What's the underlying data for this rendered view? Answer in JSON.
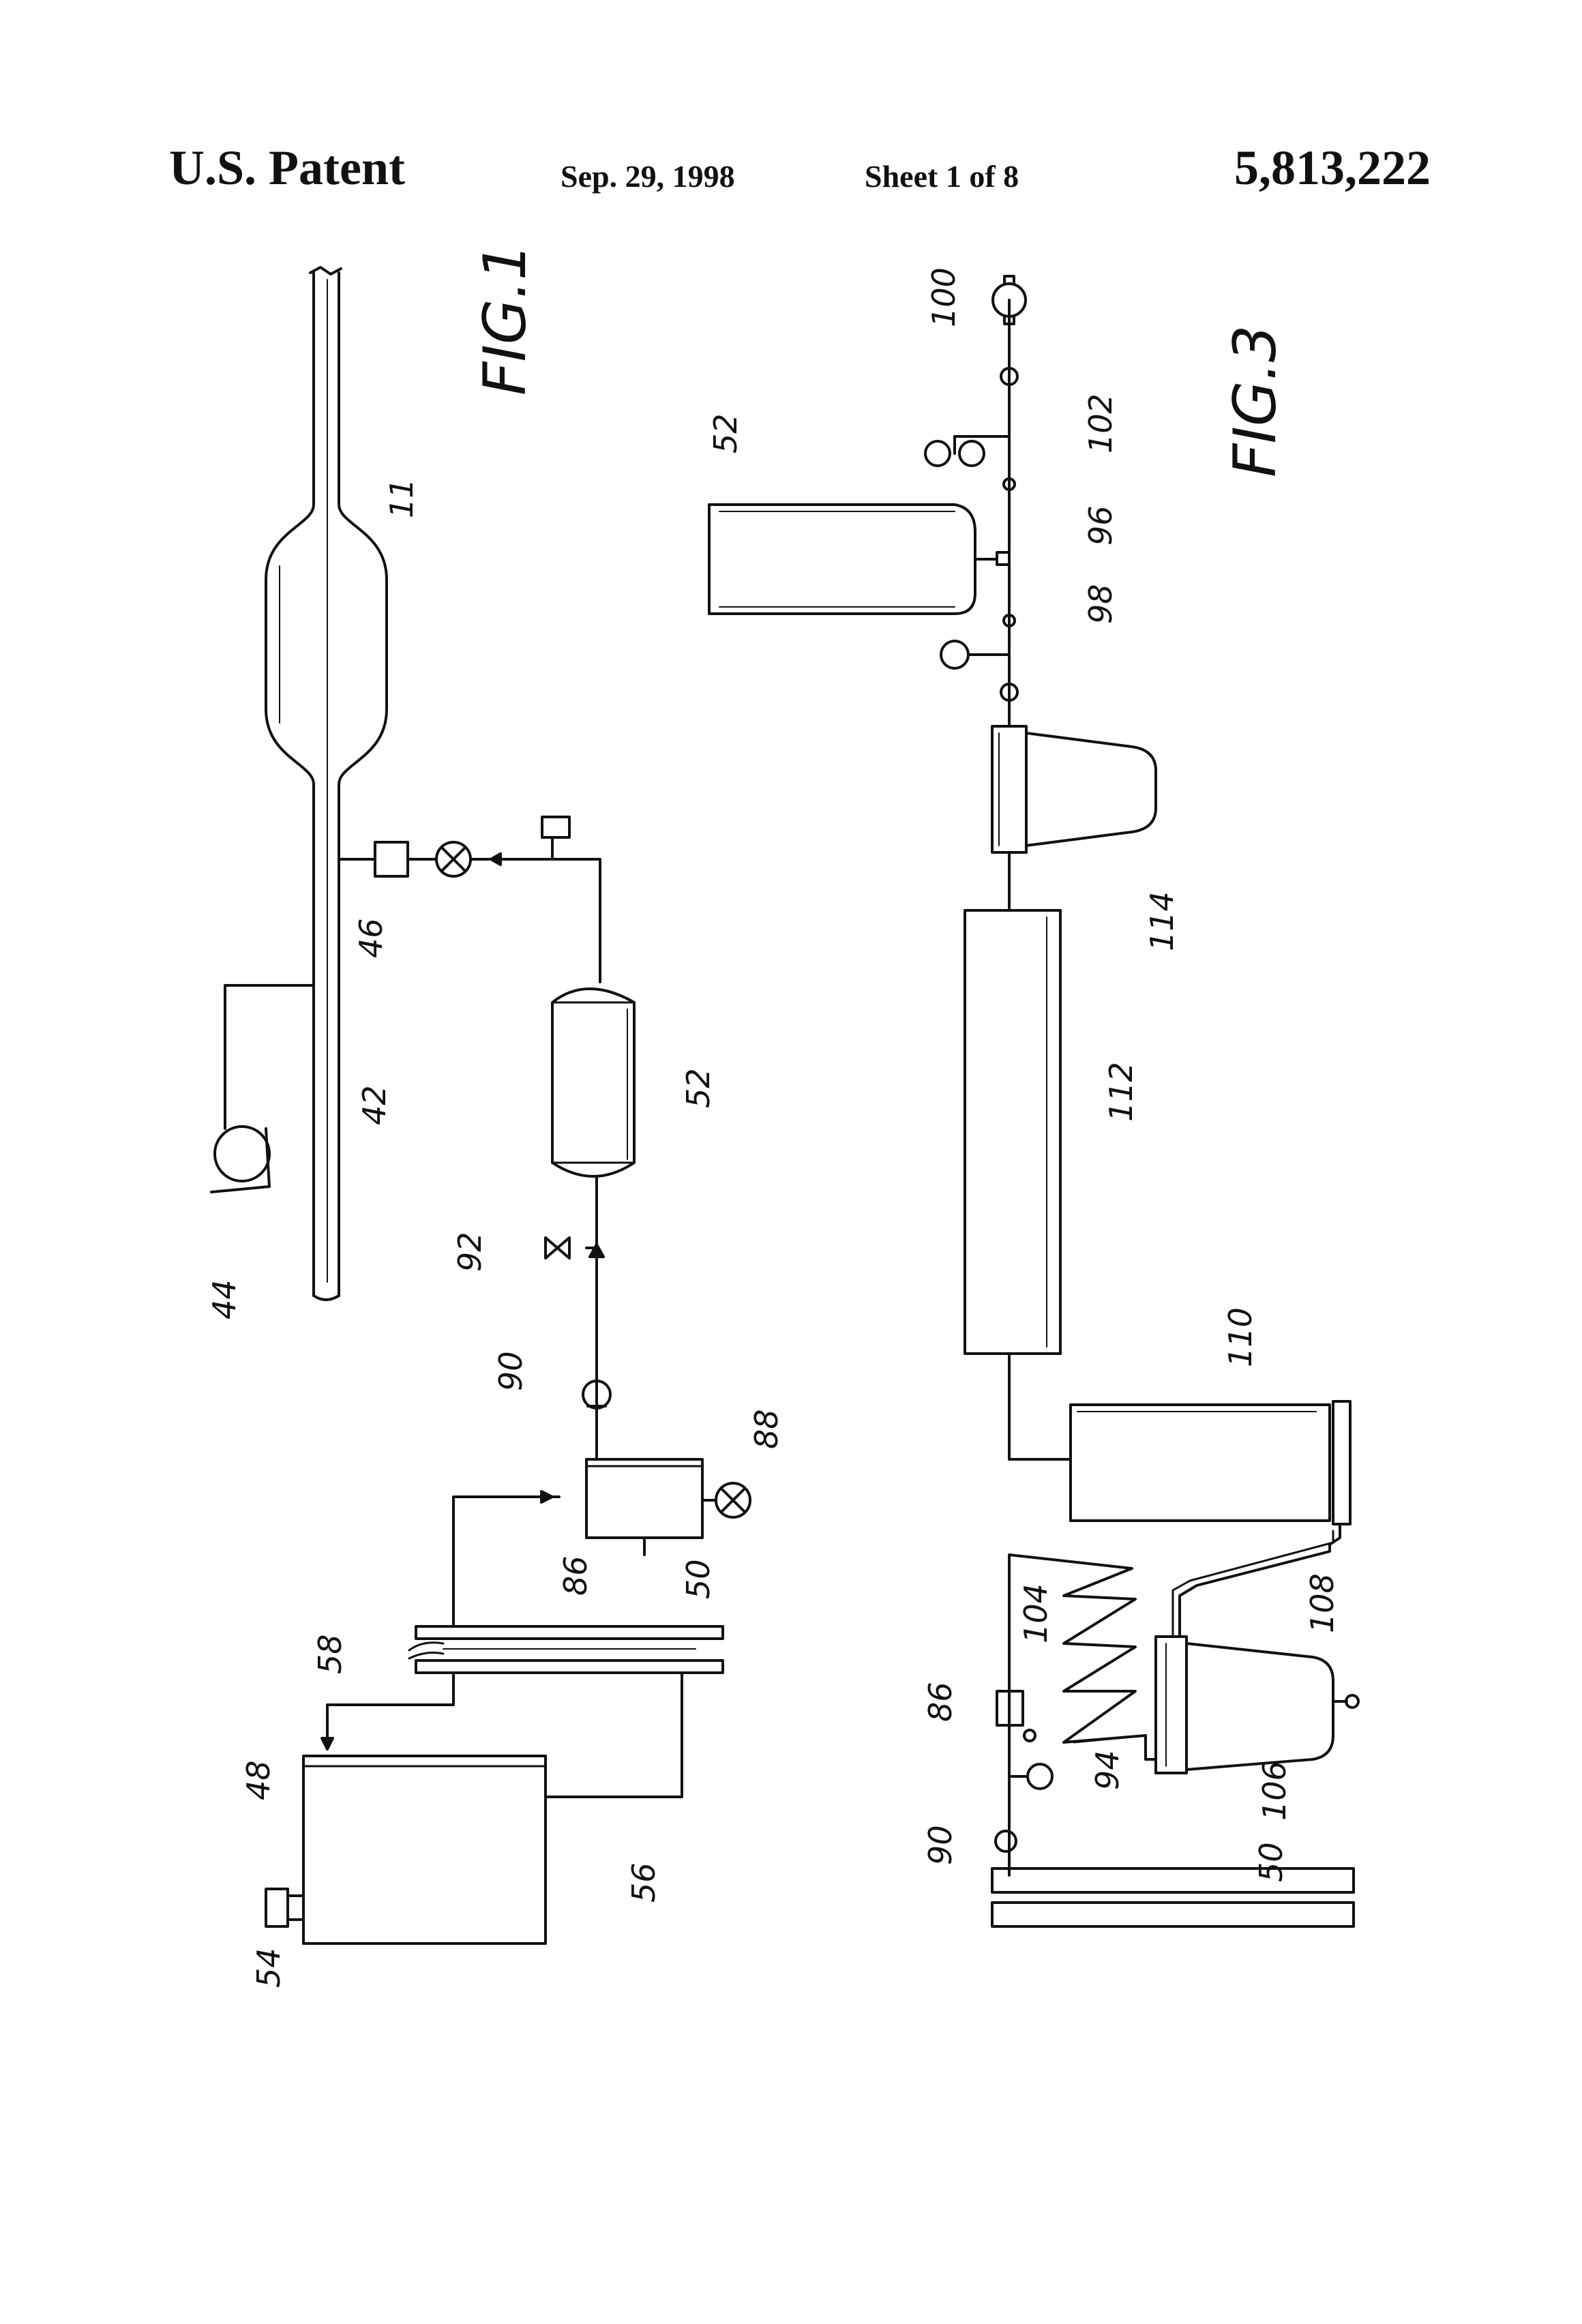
{
  "header": {
    "left": "U.S. Patent",
    "date": "Sep. 29, 1998",
    "sheet": "Sheet 1 of 8",
    "number": "5,813,222"
  },
  "figures": {
    "fig1": {
      "title": "FIG.1",
      "labels": [
        "11",
        "42",
        "44",
        "46",
        "52",
        "92",
        "90",
        "88",
        "86",
        "50",
        "58",
        "48",
        "56",
        "54"
      ]
    },
    "fig3": {
      "title": "FIG.3",
      "labels": [
        "100",
        "102",
        "96",
        "98",
        "52",
        "114",
        "112",
        "110",
        "108",
        "104",
        "86",
        "94",
        "106",
        "50",
        "90"
      ]
    }
  }
}
